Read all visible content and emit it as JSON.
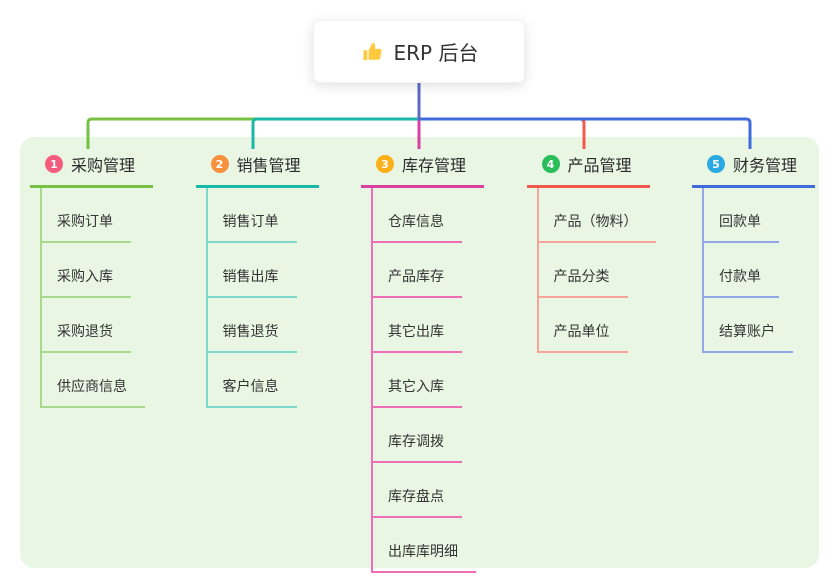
{
  "root": {
    "label": "ERP 后台",
    "icon": "thumbs-up-icon"
  },
  "colors": {
    "root_stem_line": "#5B6BC5",
    "panel_background": "#E9F6E3",
    "card_background": "#FFFFFF",
    "text": "#2B2B2B"
  },
  "branches": [
    {
      "number": "1",
      "label": "采购管理",
      "badge_color": "#F45C7C",
      "line_color": "#76C043",
      "child_line_color": "#A9D98E",
      "children": [
        "采购订单",
        "采购入库",
        "采购退货",
        "供应商信息"
      ]
    },
    {
      "number": "2",
      "label": "销售管理",
      "badge_color": "#F6913D",
      "line_color": "#19B9A8",
      "child_line_color": "#7FD8CC",
      "children": [
        "销售订单",
        "销售出库",
        "销售退货",
        "客户信息"
      ]
    },
    {
      "number": "3",
      "label": "库存管理",
      "badge_color": "#FBAF18",
      "line_color": "#D8419E",
      "child_line_color": "#EE6FB8",
      "children": [
        "仓库信息",
        "产品库存",
        "其它出库",
        "其它入库",
        "库存调拨",
        "库存盘点",
        "出库库明细"
      ]
    },
    {
      "number": "4",
      "label": "产品管理",
      "badge_color": "#2ABE5B",
      "line_color": "#F2594E",
      "child_line_color": "#F7A29A",
      "children": [
        "产品（物料）",
        "产品分类",
        "产品单位"
      ]
    },
    {
      "number": "5",
      "label": "财务管理",
      "badge_color": "#2BA9E4",
      "line_color": "#3F6BDC",
      "child_line_color": "#93A7E8",
      "children": [
        "回款单",
        "付款单",
        "结算账户"
      ]
    }
  ]
}
